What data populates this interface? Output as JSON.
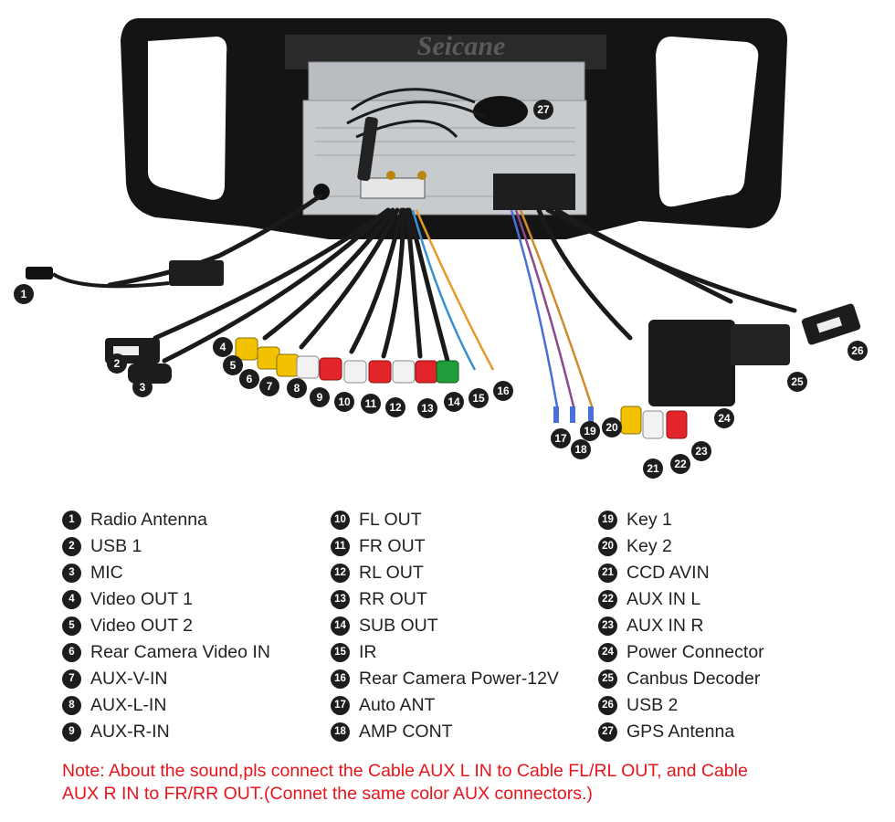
{
  "diagram": {
    "brand_watermark": "Seicane",
    "callouts": [
      {
        "n": "1"
      },
      {
        "n": "2"
      },
      {
        "n": "3"
      },
      {
        "n": "4"
      },
      {
        "n": "5"
      },
      {
        "n": "6"
      },
      {
        "n": "7"
      },
      {
        "n": "8"
      },
      {
        "n": "9"
      },
      {
        "n": "10"
      },
      {
        "n": "11"
      },
      {
        "n": "12"
      },
      {
        "n": "13"
      },
      {
        "n": "14"
      },
      {
        "n": "15"
      },
      {
        "n": "16"
      },
      {
        "n": "17"
      },
      {
        "n": "18"
      },
      {
        "n": "19"
      },
      {
        "n": "20"
      },
      {
        "n": "21"
      },
      {
        "n": "22"
      },
      {
        "n": "23"
      },
      {
        "n": "24"
      },
      {
        "n": "25"
      },
      {
        "n": "26"
      },
      {
        "n": "27"
      }
    ],
    "colors": {
      "rca_yellow": "#f2c200",
      "rca_white": "#f2f2f2",
      "rca_red": "#e3242b",
      "rca_green": "#1f9d3a",
      "frame": "#141414",
      "chassis": "#bfc3c7",
      "cable": "#1a1a1a"
    }
  },
  "legend": {
    "col1": [
      {
        "n": "1",
        "label": "Radio Antenna"
      },
      {
        "n": "2",
        "label": "USB 1"
      },
      {
        "n": "3",
        "label": "MIC"
      },
      {
        "n": "4",
        "label": "Video OUT 1"
      },
      {
        "n": "5",
        "label": "Video OUT 2"
      },
      {
        "n": "6",
        "label": "Rear Camera Video IN"
      },
      {
        "n": "7",
        "label": "AUX-V-IN"
      },
      {
        "n": "8",
        "label": "AUX-L-IN"
      },
      {
        "n": "9",
        "label": "AUX-R-IN"
      }
    ],
    "col2": [
      {
        "n": "10",
        "label": "FL OUT"
      },
      {
        "n": "11",
        "label": "FR OUT"
      },
      {
        "n": "12",
        "label": "RL OUT"
      },
      {
        "n": "13",
        "label": "RR OUT"
      },
      {
        "n": "14",
        "label": "SUB OUT"
      },
      {
        "n": "15",
        "label": "IR"
      },
      {
        "n": "16",
        "label": "Rear Camera Power-12V"
      },
      {
        "n": "17",
        "label": "Auto ANT"
      },
      {
        "n": "18",
        "label": "AMP CONT"
      }
    ],
    "col3": [
      {
        "n": "19",
        "label": "Key 1"
      },
      {
        "n": "20",
        "label": "Key 2"
      },
      {
        "n": "21",
        "label": "CCD AVIN"
      },
      {
        "n": "22",
        "label": "AUX IN L"
      },
      {
        "n": "23",
        "label": "AUX IN R"
      },
      {
        "n": "24",
        "label": "Power Connector"
      },
      {
        "n": "25",
        "label": "Canbus Decoder"
      },
      {
        "n": "26",
        "label": "USB 2"
      },
      {
        "n": "27",
        "label": "GPS Antenna"
      }
    ]
  },
  "note": {
    "line1": "Note: About the sound,pls connect the Cable AUX L IN to Cable FL/RL OUT, and Cable",
    "line2": "AUX R IN to  FR/RR OUT.(Connet the same color AUX connectors.)"
  }
}
